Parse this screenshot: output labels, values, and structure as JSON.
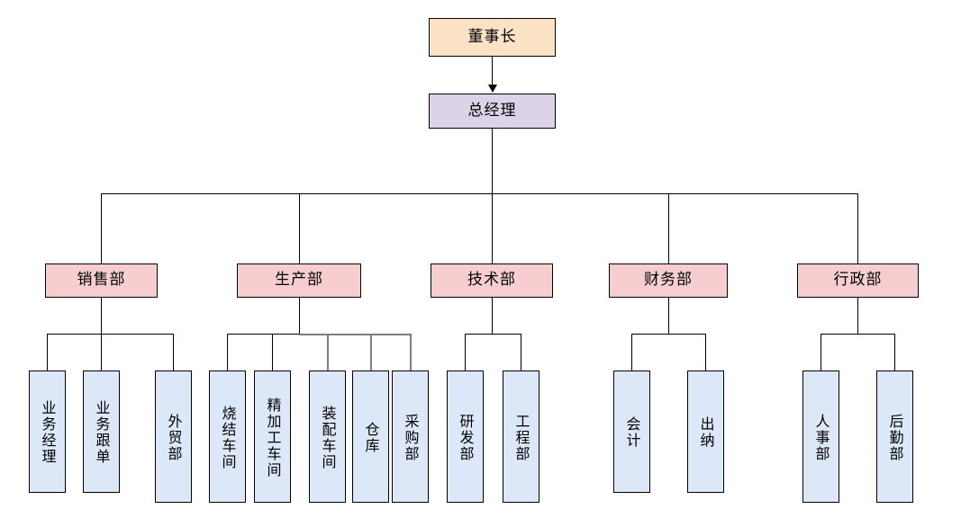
{
  "chart_title": "",
  "colors": {
    "chairman_fill": "#fbe2c4",
    "gm_fill": "#ddd3e8",
    "department_fill": "#f6ced0",
    "leaf_fill": "#dce7f8",
    "border": "#000000",
    "connector": "#000000",
    "connector_gray": "#7f7f7f",
    "background": "#ffffff"
  },
  "org": {
    "chairman": {
      "label": "董事长"
    },
    "general_manager": {
      "label": "总经理"
    },
    "departments": [
      {
        "label": "销售部",
        "children": [
          {
            "label": "业务经理"
          },
          {
            "label": "业务跟单"
          },
          {
            "label": "外贸部"
          }
        ]
      },
      {
        "label": "生产部",
        "children": [
          {
            "label": "烧结车间"
          },
          {
            "label": "精加工车间"
          },
          {
            "label": "装配车间"
          },
          {
            "label": "仓库"
          },
          {
            "label": "采购部"
          }
        ]
      },
      {
        "label": "技术部",
        "children": [
          {
            "label": "研发部"
          },
          {
            "label": "工程部"
          }
        ]
      },
      {
        "label": "财务部",
        "children": [
          {
            "label": "会计"
          },
          {
            "label": "出纳"
          }
        ]
      },
      {
        "label": "行政部",
        "children": [
          {
            "label": "人事部"
          },
          {
            "label": "后勤部"
          }
        ]
      }
    ]
  }
}
